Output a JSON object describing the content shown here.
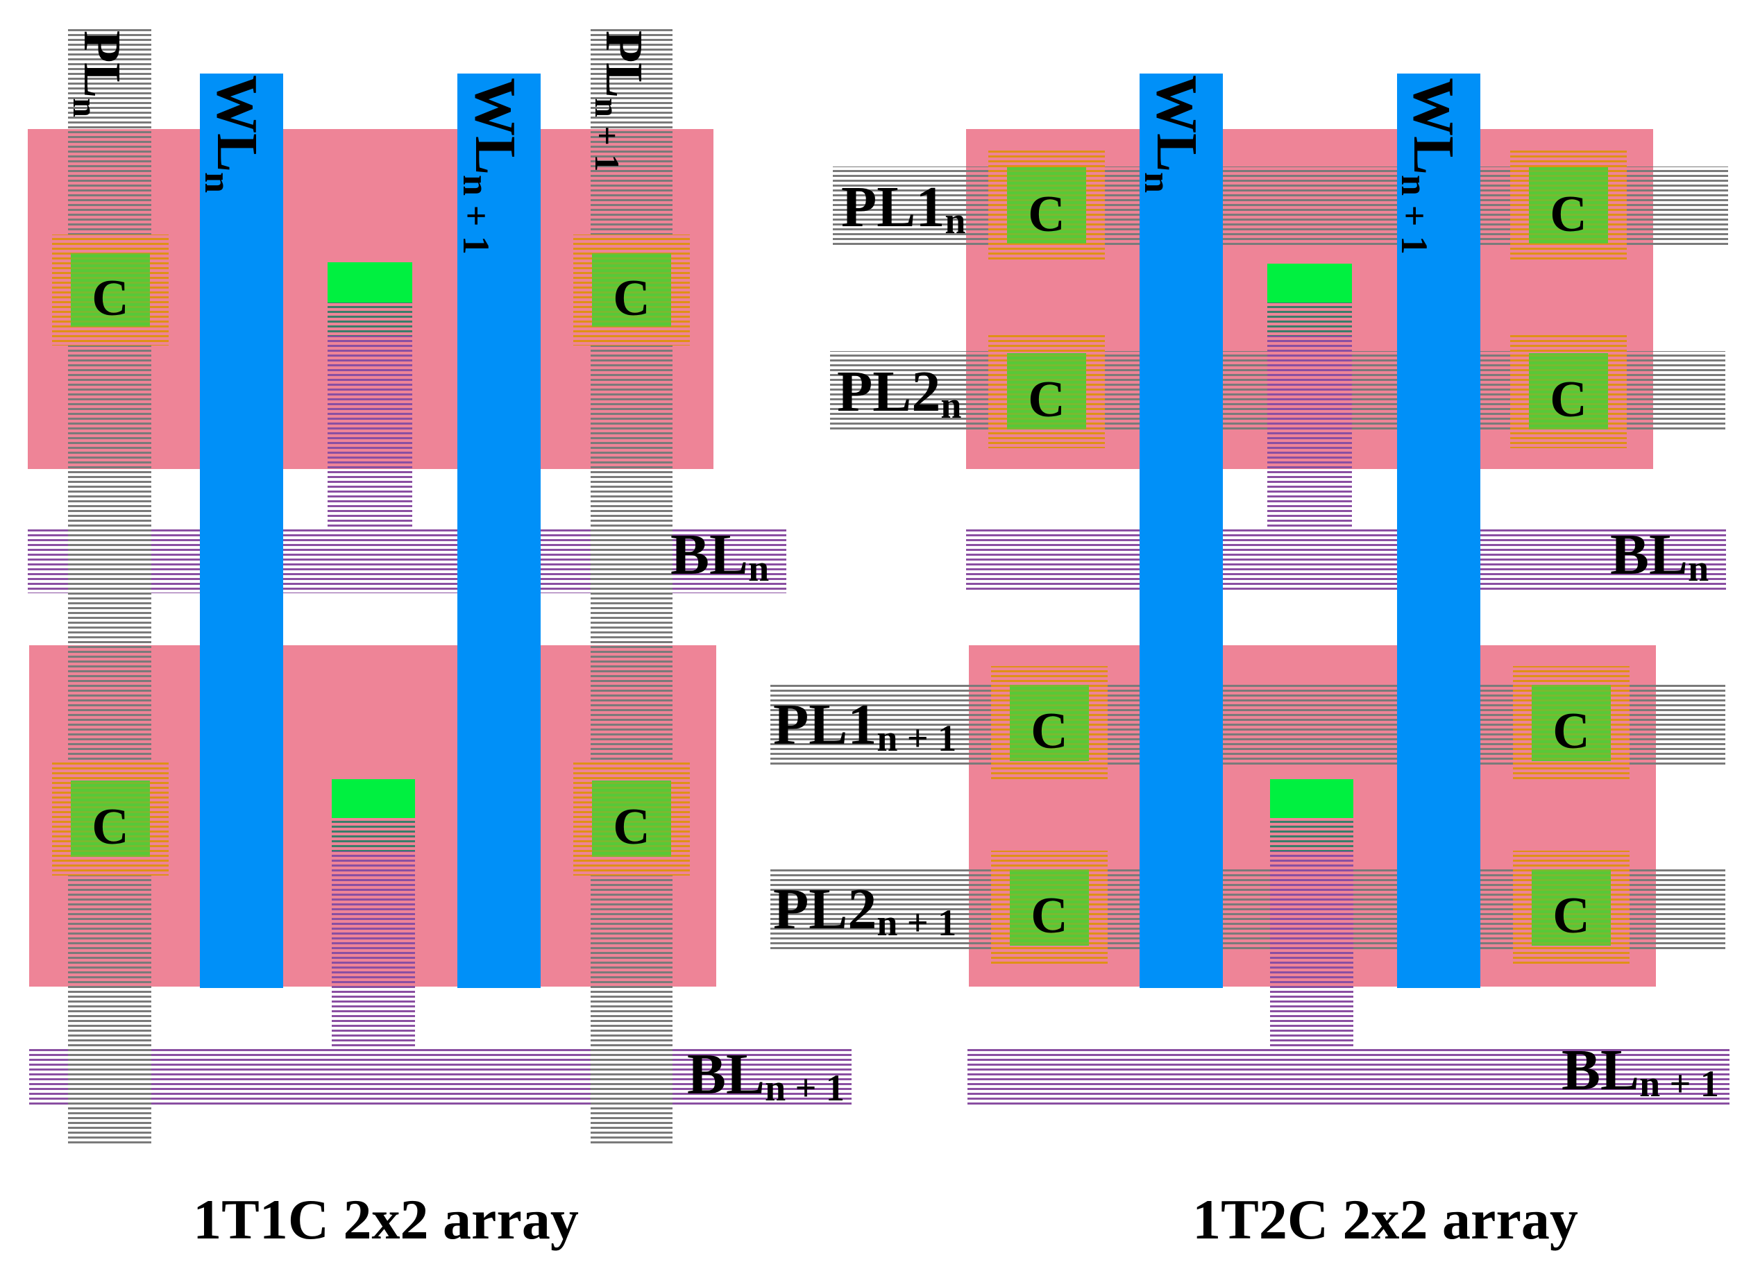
{
  "colors": {
    "active": "#ee8497",
    "wordline": "#0090f8",
    "contact": "#00f040",
    "bitline": "#8a4fa2",
    "plateline": "#808080",
    "cap_frame": "#e09016",
    "cap_core": "#58c838",
    "text": "#000000"
  },
  "cap_label": "C",
  "left": {
    "caption": "1T1C 2x2 array",
    "pl_n": {
      "base": "PL",
      "sub": "n"
    },
    "pl_n1": {
      "base": "PL",
      "sub": "n + 1"
    },
    "wl_n": {
      "base": "WL",
      "sub": "n"
    },
    "wl_n1": {
      "base": "WL",
      "sub": "n + 1"
    },
    "bl_n": {
      "base": "BL",
      "sub": "n"
    },
    "bl_n1": {
      "base": "BL",
      "sub": "n + 1"
    }
  },
  "right": {
    "caption": "1T2C 2x2 array",
    "wl_n": {
      "base": "WL",
      "sub": "n"
    },
    "wl_n1": {
      "base": "WL",
      "sub": "n + 1"
    },
    "pl1_n": {
      "base": "PL1",
      "sub": "n"
    },
    "pl2_n": {
      "base": "PL2",
      "sub": "n"
    },
    "pl1_n1": {
      "base": "PL1",
      "sub": "n + 1"
    },
    "pl2_n1": {
      "base": "PL2",
      "sub": "n + 1"
    },
    "bl_n": {
      "base": "BL",
      "sub": "n"
    },
    "bl_n1": {
      "base": "BL",
      "sub": "n + 1"
    }
  }
}
